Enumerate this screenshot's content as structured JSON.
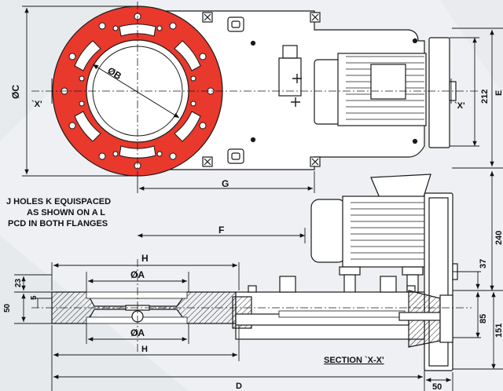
{
  "labels": {
    "dia_c": "ØC",
    "dia_b": "ØB",
    "dia_a_top": "ØA",
    "dia_a_bottom": "ØA",
    "x_left": "`X'",
    "x_right": "`X'",
    "dim_212": "212",
    "dim_e": "E",
    "dim_g": "G",
    "dim_f": "F",
    "dim_h_top": "H",
    "dim_h_bottom": "H",
    "dim_d": "D",
    "dim_23": "23",
    "dim_5": "5",
    "dim_50_left": "50",
    "dim_240": "240",
    "dim_37": "37",
    "dim_85": "85",
    "dim_151": "151",
    "dim_50_bottom": "50"
  },
  "note": {
    "line1": "J HOLES K EQUISPACED",
    "line2": "AS SHOWN ON A L",
    "line3": "PCD IN BOTH FLANGES"
  },
  "section_title": "SECTION `X-X'",
  "colors": {
    "flange_red": "#e8392c",
    "line": "#1a1a1a",
    "background": "#eef0f3",
    "body_fill": "#ffffff"
  }
}
